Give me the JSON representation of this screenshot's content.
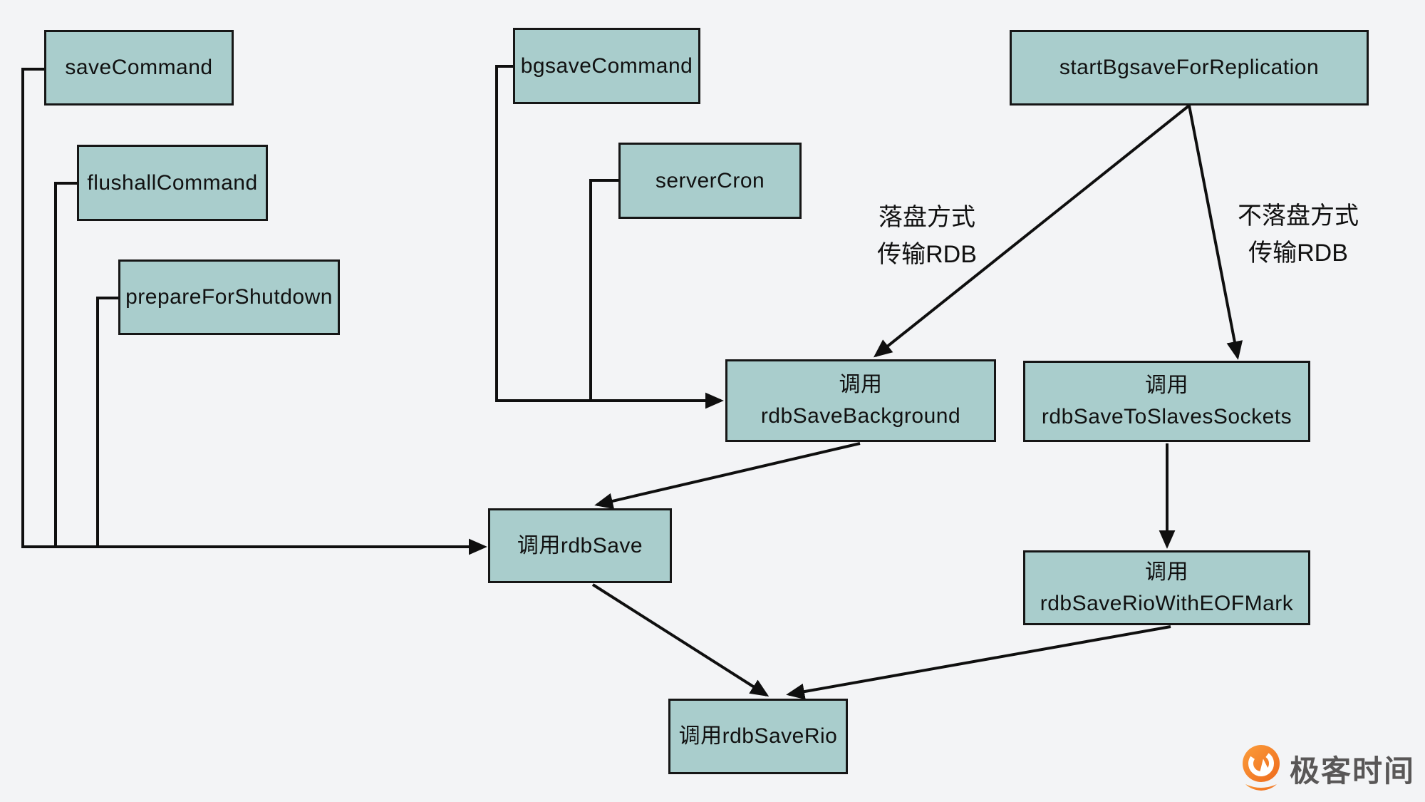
{
  "diagram": {
    "title_hint": "Redis RDB save call flow",
    "nodes": {
      "save_command": {
        "line1": "saveCommand"
      },
      "flushall_command": {
        "line1": "flushallCommand"
      },
      "prepare_for_shutdown": {
        "line1": "prepareForShutdown"
      },
      "bgsave_command": {
        "line1": "bgsaveCommand"
      },
      "server_cron": {
        "line1": "serverCron"
      },
      "start_bgsave_for_replication": {
        "line1": "startBgsaveForReplication"
      },
      "rdb_save_background": {
        "line1": "调用",
        "line2": "rdbSaveBackground"
      },
      "rdb_save_to_slaves_sockets": {
        "line1": "调用",
        "line2": "rdbSaveToSlavesSockets"
      },
      "rdb_save": {
        "line1": "调用rdbSave"
      },
      "rdb_save_rio_with_eof_mark": {
        "line1": "调用",
        "line2": "rdbSaveRioWithEOFMark"
      },
      "rdb_save_rio": {
        "line1": "调用rdbSaveRio"
      }
    },
    "edge_labels": {
      "disk": {
        "line1": "落盘方式",
        "line2": "传输RDB"
      },
      "diskless": {
        "line1": "不落盘方式",
        "line2": "传输RDB"
      }
    },
    "colors": {
      "background": "#f3f4f6",
      "node_fill": "#a9cdcc",
      "node_border": "#161616",
      "edge_line": "#0f0f0f",
      "text": "#111111"
    }
  },
  "watermark": {
    "brand": "极客时间",
    "brand_color": "#595757",
    "icon_color": "#f26d21"
  }
}
